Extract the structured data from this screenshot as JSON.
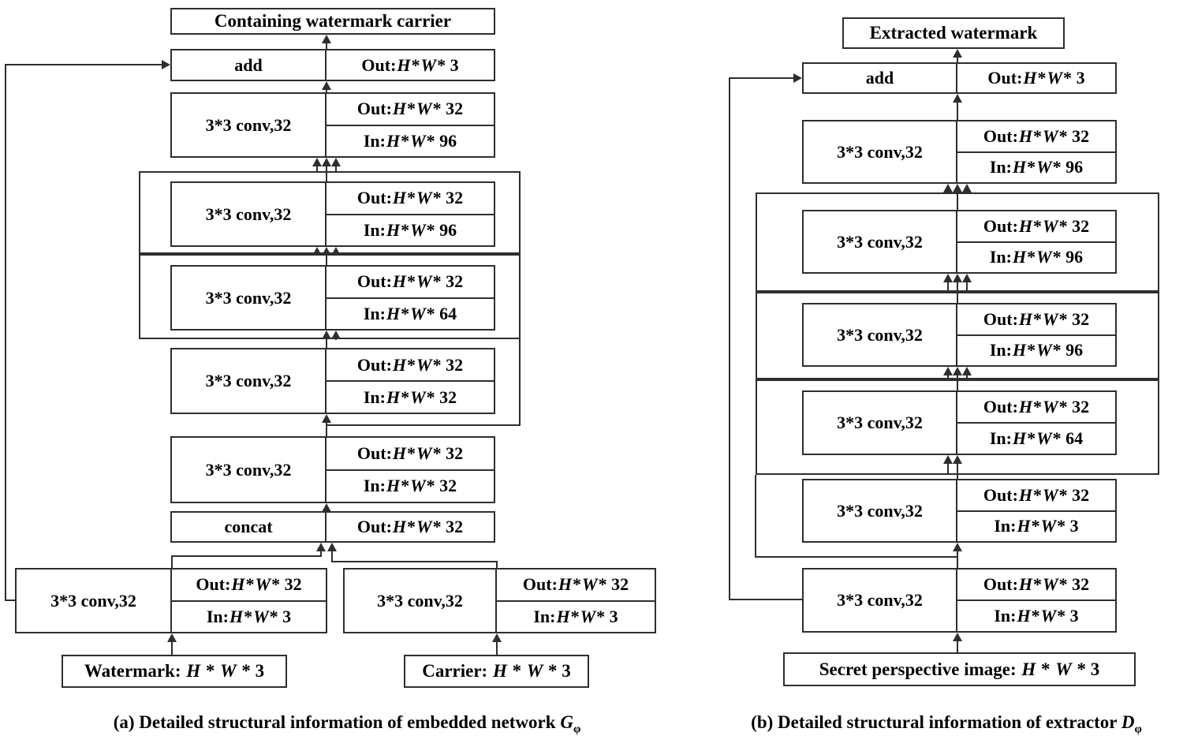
{
  "figure_type": "neural network architecture block diagram",
  "colors": {
    "line": "#2e2e2e",
    "background": "#ffffff",
    "text": "#000000"
  },
  "diagram_a": {
    "output_label": "Containing watermark carrier",
    "add_label": "add",
    "add_out": "Out: H * W * 3",
    "convs": [
      {
        "label": "3*3 conv,32",
        "out": "Out: H * W * 32",
        "in": "In: H * W * 96"
      },
      {
        "label": "3*3 conv,32",
        "out": "Out: H * W * 32",
        "in": "In: H * W * 96"
      },
      {
        "label": "3*3 conv,32",
        "out": "Out: H * W * 32",
        "in": "In: H * W * 64"
      },
      {
        "label": "3*3 conv,32",
        "out": "Out: H * W * 32",
        "in": "In: H * W * 32"
      },
      {
        "label": "3*3 conv,32",
        "out": "Out: H * W * 32",
        "in": "In: H * W * 32"
      }
    ],
    "concat_label": "concat",
    "concat_out": "Out: H * W * 32",
    "branch_left": {
      "label": "3*3 conv,32",
      "out": "Out: H * W * 32",
      "in": "In: H * W * 3"
    },
    "branch_right": {
      "label": "3*3 conv,32",
      "out": "Out: H * W * 32",
      "in": "In: H * W * 3"
    },
    "input_left": "Watermark: H * W * 3",
    "input_right": "Carrier: H * W * 3",
    "caption": {
      "text": "(a) Detailed structural information of embedded network ",
      "symbol": "G",
      "subscript": "φ"
    }
  },
  "diagram_b": {
    "output_label": "Extracted watermark",
    "add_label": "add",
    "add_out": "Out: H * W * 3",
    "convs": [
      {
        "label": "3*3 conv,32",
        "out": "Out: H * W * 32",
        "in": "In: H * W * 96"
      },
      {
        "label": "3*3 conv,32",
        "out": "Out: H * W * 32",
        "in": "In: H * W * 96"
      },
      {
        "label": "3*3 conv,32",
        "out": "Out: H * W * 32",
        "in": "In: H * W * 96"
      },
      {
        "label": "3*3 conv,32",
        "out": "Out: H * W * 32",
        "in": "In: H * W * 64"
      },
      {
        "label": "3*3 conv,32",
        "out": "Out: H * W * 32",
        "in": "In: H * W * 3"
      },
      {
        "label": "3*3 conv,32",
        "out": "Out: H * W * 32",
        "in": "In: H * W * 3"
      }
    ],
    "input_label": "Secret perspective image: H * W * 3",
    "caption": {
      "text": "(b) Detailed structural information of extractor ",
      "symbol": "D",
      "subscript": "φ"
    }
  }
}
